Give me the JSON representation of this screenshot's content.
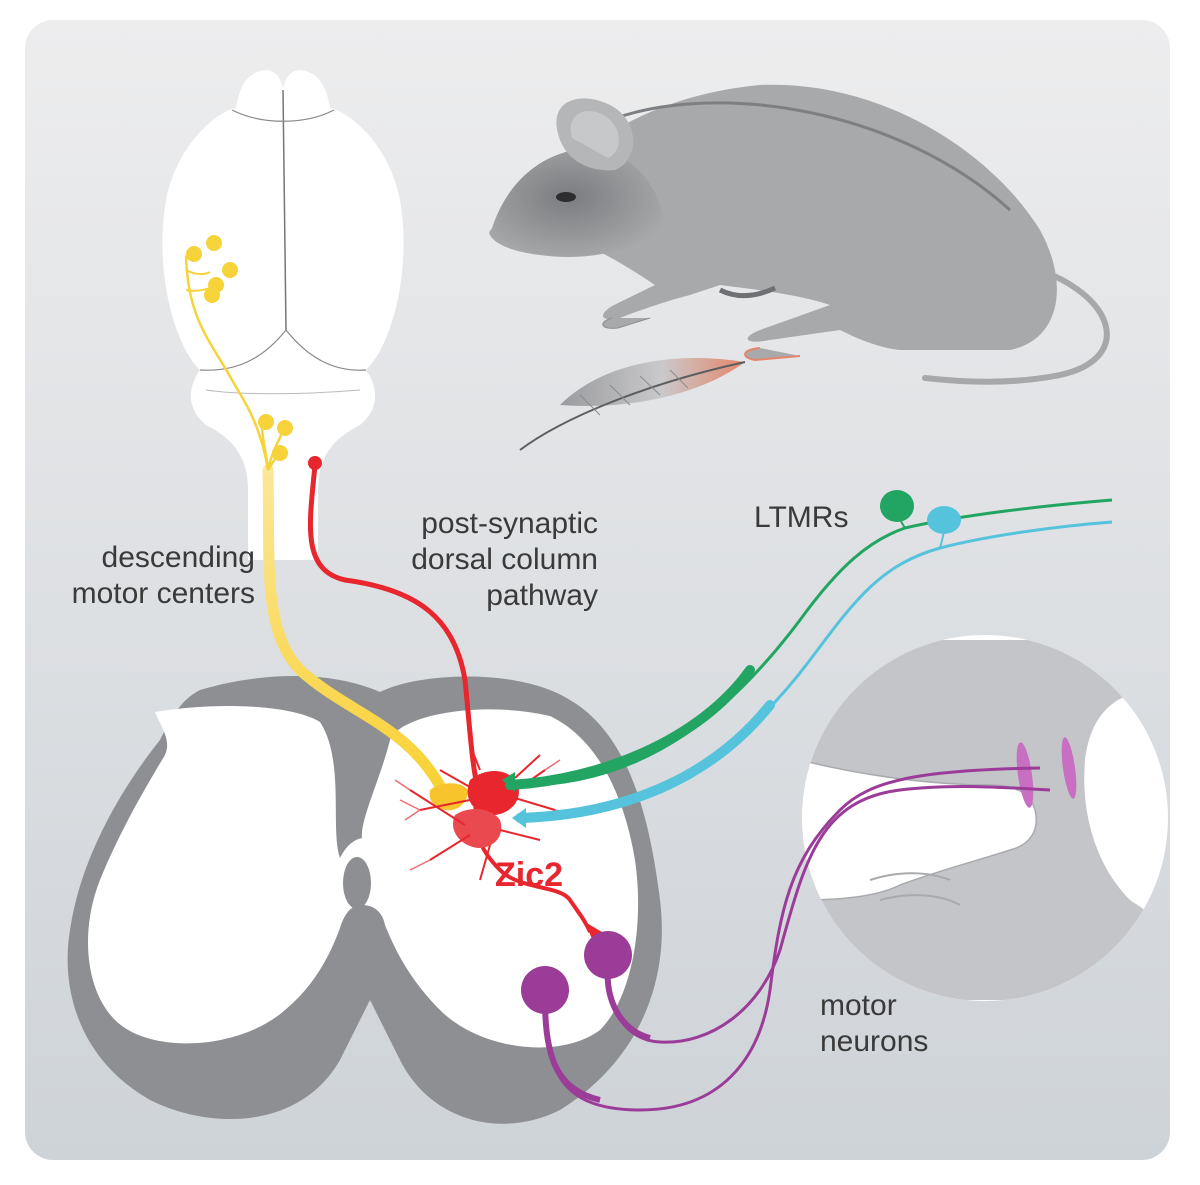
{
  "labels": {
    "descending": "descending\nmotor centers",
    "postsynaptic": "post-synaptic\ndorsal column\npathway",
    "ltmrs": "LTMRs",
    "zic2": "Zic2",
    "motor": "motor\nneurons"
  },
  "colors": {
    "background_top": "#ececed",
    "background_bottom": "#cfd4d9",
    "gray_matter_outline": "#8e8f92",
    "descending_pathway": "#f7d33a",
    "postsynaptic_pathway": "#e8262d",
    "ltmr_green": "#22a563",
    "ltmr_blue": "#56c3dc",
    "motor_neuron": "#9b3c99",
    "mouse": "#a7a8aa",
    "feather_tip": "#e5866a"
  },
  "icons": [
    "mouse-brain",
    "mouse",
    "feather",
    "spinal-cord",
    "mouse-paw-inset"
  ]
}
